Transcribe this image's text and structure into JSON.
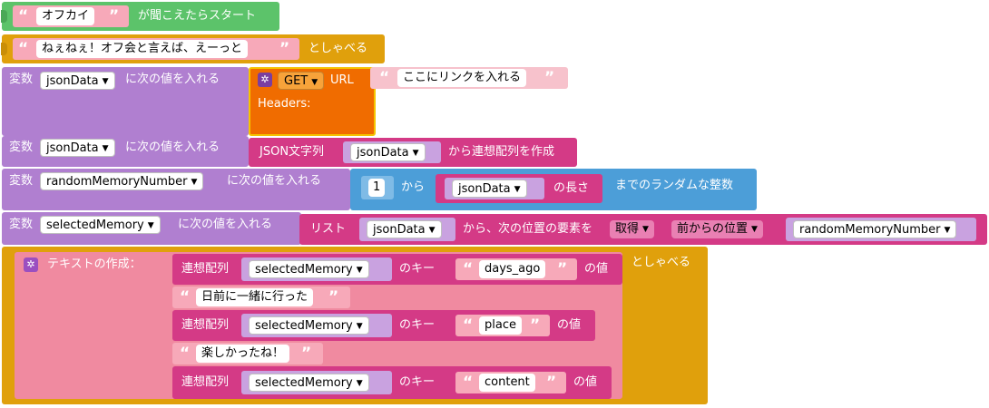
{
  "colors": {
    "event_green": "#5cc36a",
    "speak_gold": "#e0a00c",
    "variable_purple": "#b07fd0",
    "text_pink": "#f08aa0",
    "web_orange": "#f06c00",
    "dict_magenta": "#d43a86",
    "math_blue": "#4c9ed8"
  },
  "event": {
    "phrase": "オフカイ",
    "label": "が聞こえたらスタート"
  },
  "say": {
    "text": "ねぇねぇ！オフ会と言えば、えーっと",
    "label": "としゃべる"
  },
  "rows": {
    "set_var_label": "変数",
    "set_to_label": "に次の値を入れる"
  },
  "row1": {
    "var": "jsonData",
    "method": "GET",
    "url_label": "URL",
    "url_value": "ここにリンクを入れる",
    "headers_label": "Headers:"
  },
  "row2": {
    "var": "jsonData",
    "json_label": "JSON文字列",
    "json_var": "jsonData",
    "json_suffix": "から連想配列を作成"
  },
  "row3": {
    "var": "randomMemoryNumber",
    "from_value": "1",
    "from_label": "から",
    "len_var": "jsonData",
    "len_label": "の長さ",
    "suffix": "までのランダムな整数"
  },
  "row4": {
    "var": "selectedMemory",
    "list_label": "リスト",
    "list_var": "jsonData",
    "pos_label": "から、次の位置の要素を",
    "op": "取得",
    "pos_mode": "前からの位置",
    "index_var": "randomMemoryNumber"
  },
  "textmake": {
    "label": "テキストの作成：",
    "say_label": "としゃべる",
    "dict_label": "連想配列",
    "key_label": "のキー",
    "value_label": "の値",
    "dict_var": "selectedMemory",
    "key1": "days_ago",
    "str1": "日前に一緒に行った",
    "key2": "place",
    "str2": "楽しかったね！",
    "key3": "content"
  }
}
